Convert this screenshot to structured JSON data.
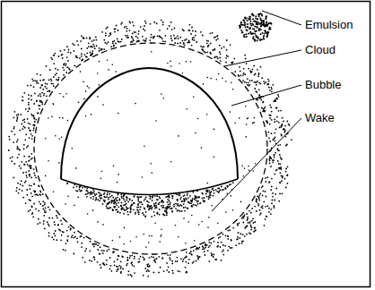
{
  "diagram": {
    "labels": [
      "Emulsion",
      "Cloud",
      "Bubble",
      "Wake"
    ]
  }
}
